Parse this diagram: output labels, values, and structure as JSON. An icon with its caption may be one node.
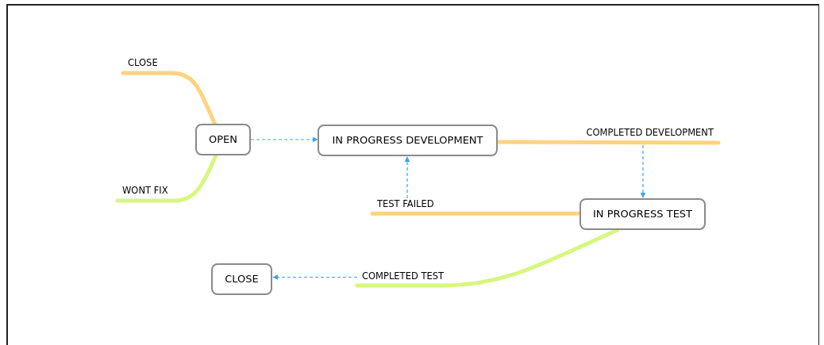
{
  "diagram": {
    "nodes": [
      {
        "text": [
          "CLOSE"
        ]
      },
      {
        "text": [
          "WONT FIX"
        ]
      },
      {
        "text": [
          "OPEN"
        ]
      },
      {
        "text": [
          "IN PROGRESS DEVELOPMENT"
        ]
      },
      {
        "text": [
          "COMPLETED DEVELOPMENT"
        ]
      },
      {
        "text": [
          "TEST FAILED"
        ]
      },
      {
        "text": [
          "IN PROGRESS TEST"
        ]
      },
      {
        "text": [
          "COMPLETED TEST"
        ]
      },
      {
        "text": [
          "CLOSE"
        ]
      }
    ],
    "edges": [
      {
        "from": 2,
        "to": 0,
        "arrow": "none",
        "color": "#ffd27f"
      },
      {
        "from": 2,
        "to": 1,
        "arrow": "none",
        "color": "#d7f77f"
      },
      {
        "from": 3,
        "to": 4,
        "arrow": "none",
        "color": "#ffd27f"
      },
      {
        "from": 6,
        "to": 5,
        "arrow": "none",
        "color": "#ffd27f"
      },
      {
        "from": 6,
        "to": 7,
        "arrow": "none",
        "color": "#d7f77f"
      },
      {
        "from": 2,
        "to": 3,
        "arrow": "to",
        "style": "dashed",
        "color": "#3da2f2"
      },
      {
        "from": 4,
        "to": 6,
        "arrow": "to",
        "style": "dashed",
        "color": "#3da2f2"
      },
      {
        "from": 5,
        "to": 3,
        "arrow": "to",
        "style": "dashed",
        "color": "#3da2f2"
      },
      {
        "from": 7,
        "to": 8,
        "arrow": "to",
        "style": "dashed",
        "color": "#3da2f2"
      }
    ]
  }
}
